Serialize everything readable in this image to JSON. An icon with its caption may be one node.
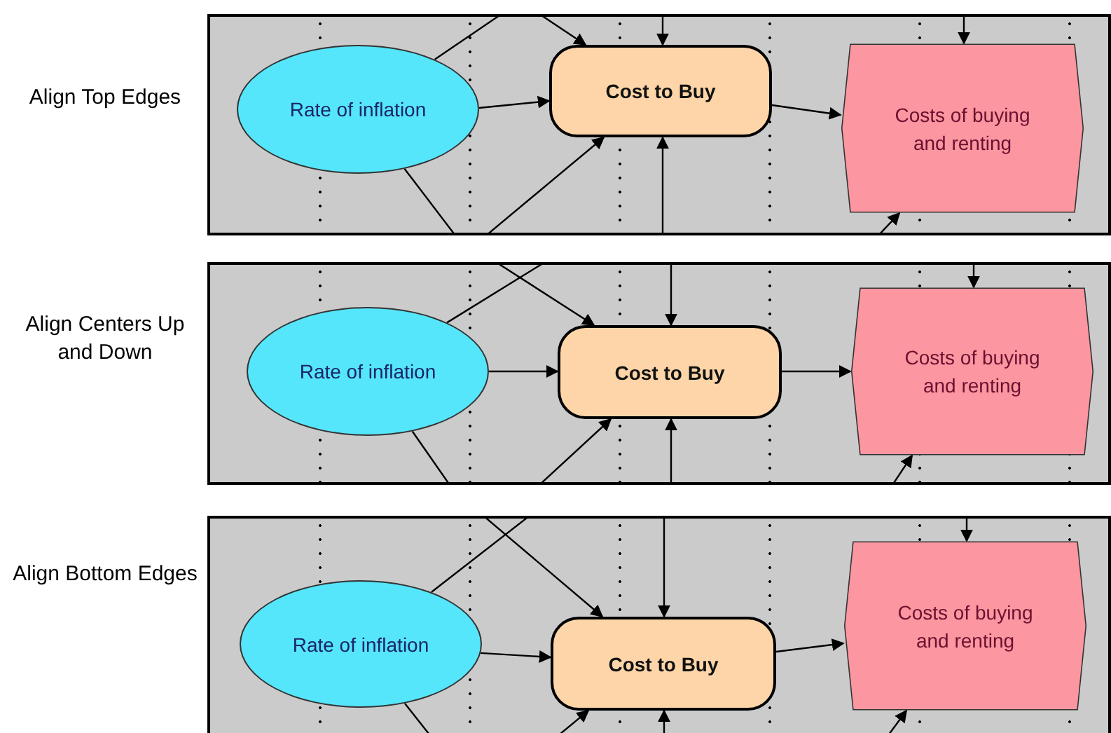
{
  "diagram": {
    "nodes": [
      {
        "text": [],
        "shape": "box"
      },
      {
        "text": [
          "Rate of inflation"
        ],
        "in": 0
      },
      {
        "text": [
          "Cost to Buy"
        ],
        "in": 0
      },
      {
        "text": [
          "Costs of buying and renting"
        ],
        "in": 0
      },
      {
        "text": [],
        "shape": "box"
      },
      {
        "text": [
          "Rate of inflation"
        ],
        "in": 4
      },
      {
        "text": [
          "Cost to Buy"
        ],
        "in": 4
      },
      {
        "text": [
          "Costs of buying and renting"
        ],
        "in": 4
      },
      {
        "text": [],
        "shape": "box"
      },
      {
        "text": [
          "Rate of inflation"
        ],
        "in": 8
      },
      {
        "text": [
          "Cost to Buy"
        ],
        "in": 8
      },
      {
        "text": [
          "Costs of buying and renting"
        ],
        "in": 8
      }
    ],
    "edges": [
      {
        "from": 1,
        "to": 2,
        "arrow": "to"
      },
      {
        "from": 2,
        "to": 3,
        "arrow": "to"
      },
      {
        "from": null,
        "to": 2,
        "arrow": "to"
      },
      {
        "from": null,
        "to": 2,
        "arrow": "to"
      },
      {
        "from": null,
        "to": 2,
        "arrow": "to"
      },
      {
        "from": null,
        "to": 2,
        "arrow": "to"
      },
      {
        "from": null,
        "to": 3,
        "arrow": "to"
      },
      {
        "from": null,
        "to": 3,
        "arrow": "to"
      },
      {
        "from": 1,
        "to": null,
        "arrow": "none"
      },
      {
        "from": 1,
        "to": null,
        "arrow": "none"
      },
      {
        "from": 5,
        "to": 6,
        "arrow": "to"
      },
      {
        "from": 6,
        "to": 7,
        "arrow": "to"
      },
      {
        "from": null,
        "to": 6,
        "arrow": "to"
      },
      {
        "from": null,
        "to": 6,
        "arrow": "to"
      },
      {
        "from": null,
        "to": 6,
        "arrow": "to"
      },
      {
        "from": null,
        "to": 6,
        "arrow": "to"
      },
      {
        "from": null,
        "to": 7,
        "arrow": "to"
      },
      {
        "from": null,
        "to": 7,
        "arrow": "to"
      },
      {
        "from": 5,
        "to": null,
        "arrow": "none"
      },
      {
        "from": 5,
        "to": null,
        "arrow": "none"
      },
      {
        "from": 9,
        "to": 10,
        "arrow": "to"
      },
      {
        "from": 10,
        "to": 11,
        "arrow": "to"
      },
      {
        "from": null,
        "to": 10,
        "arrow": "to"
      },
      {
        "from": null,
        "to": 10,
        "arrow": "to"
      },
      {
        "from": null,
        "to": 10,
        "arrow": "to"
      },
      {
        "from": null,
        "to": 10,
        "arrow": "to"
      },
      {
        "from": null,
        "to": 11,
        "arrow": "to"
      },
      {
        "from": null,
        "to": 11,
        "arrow": "to"
      },
      {
        "from": 9,
        "to": null,
        "arrow": "none"
      },
      {
        "from": 9,
        "to": null,
        "arrow": "none"
      }
    ],
    "labels": [
      "Align Top Edges",
      "Align Centers Up and Down",
      "Align Bottom Edges"
    ]
  }
}
